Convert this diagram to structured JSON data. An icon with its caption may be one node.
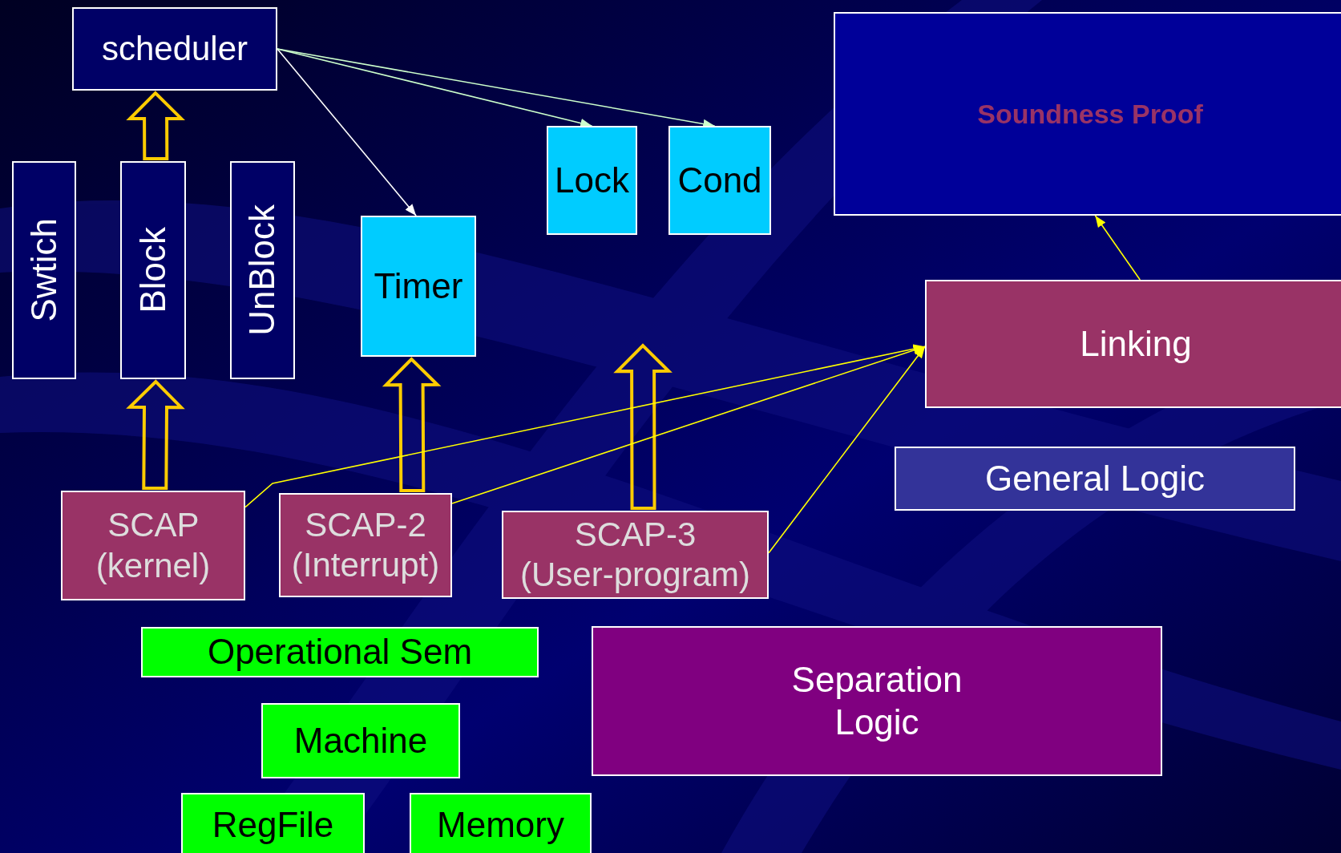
{
  "diagram": {
    "nodes": [
      {
        "text": [
          "scheduler"
        ]
      },
      {
        "text": [
          "Lock"
        ]
      },
      {
        "text": [
          "Cond"
        ]
      },
      {
        "text": [
          "Soundness Proof"
        ]
      },
      {
        "text": [
          "Swtich"
        ]
      },
      {
        "text": [
          "Block"
        ]
      },
      {
        "text": [
          "UnBlock"
        ]
      },
      {
        "text": [
          "Timer"
        ]
      },
      {
        "text": [
          "Linking"
        ]
      },
      {
        "text": [
          "General Logic"
        ]
      },
      {
        "text": [
          "SCAP (kernel)"
        ]
      },
      {
        "text": [
          "SCAP-2 (Interrupt)"
        ]
      },
      {
        "text": [
          "SCAP-3 (User-program)"
        ]
      },
      {
        "text": [
          "Operational Sem"
        ]
      },
      {
        "text": [
          "Separation Logic"
        ]
      },
      {
        "text": [
          "Machine"
        ]
      },
      {
        "text": [
          "RegFile"
        ]
      },
      {
        "text": [
          "Memory"
        ]
      }
    ],
    "edges": [
      {
        "from": 0,
        "to": 7,
        "arrow": "to",
        "color": "#ffffff"
      },
      {
        "from": 0,
        "to": 1,
        "arrow": "to",
        "color": "#ccffcc"
      },
      {
        "from": 0,
        "to": 2,
        "arrow": "to",
        "color": "#ccffcc"
      },
      {
        "from": 5,
        "to": 0,
        "arrow": "to",
        "style": "thick",
        "color": "#ffcc00"
      },
      {
        "from": 10,
        "to": 5,
        "arrow": "to",
        "style": "thick",
        "color": "#ffcc00"
      },
      {
        "from": 11,
        "to": 7,
        "arrow": "to",
        "style": "thick",
        "color": "#ffcc00"
      },
      {
        "from": 12,
        "to": null,
        "arrow": "to",
        "style": "thick",
        "color": "#ffcc00"
      },
      {
        "from": 10,
        "to": 8,
        "arrow": "to",
        "color": "#ffff00"
      },
      {
        "from": 11,
        "to": 8,
        "arrow": "to",
        "color": "#ffff00"
      },
      {
        "from": 12,
        "to": 8,
        "arrow": "to",
        "color": "#ffff00"
      },
      {
        "from": 8,
        "to": 3,
        "arrow": "to",
        "color": "#ffff00"
      }
    ]
  }
}
